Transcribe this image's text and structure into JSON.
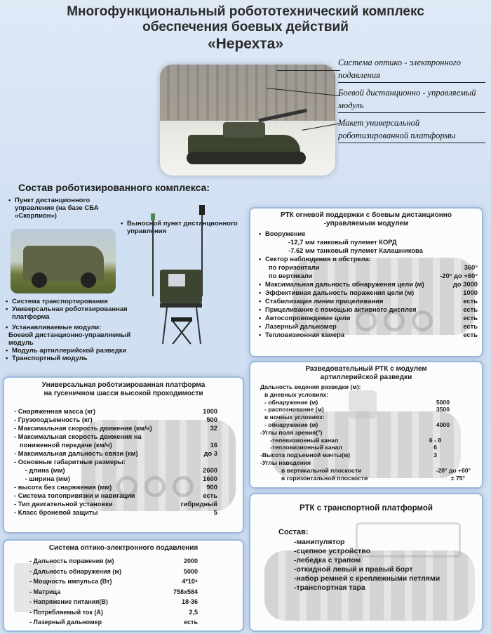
{
  "title": {
    "line1": "Многофункциональный робототехнический комплекс",
    "line2": "обеспечения боевых действий",
    "line3": "«Нерехта»"
  },
  "hero_labels": [
    "Система оптико - электронного подавления",
    "Боевой дистанционно - управляемый модуль",
    "Макет универсальной роботизированной платформы"
  ],
  "composition": {
    "heading": "Состав роботизированного комплекса:",
    "control_point": "Пункт дистанционного управления  (на базе СБА «Скорпион»)",
    "remote_point": "Выносной пункт дистанционного управления",
    "items": [
      "Система транспортирования",
      "Универсальная роботизированная платформа",
      "Устанавливаемые модули:"
    ],
    "modules": [
      "Боевой дистанционно-управляемый модуль",
      "Модуль артиллерийской разведки",
      "Транспортный модуль"
    ]
  },
  "fire_support": {
    "title": "РТК огневой поддержки с боевым дистанционно -управляемым модулем",
    "armament_label": "Вооружение",
    "armament": [
      "-12,7 мм танковый пулемет КОРД",
      "-7.62 мм танковый пулемет Калашникова"
    ],
    "sector_label": "Сектор наблюдения и обстрела:",
    "rows": [
      {
        "label": "по горизонтали",
        "value": "360°"
      },
      {
        "label": "по вертикали",
        "value": "-20° до  +60°"
      },
      {
        "label": "Максимальная дальность обнаружения цели (м)",
        "value": "до 3000"
      },
      {
        "label": "Эффективная дальность поражения цели (м)",
        "value": "1000"
      },
      {
        "label": "Стабилизация линии прицеливания",
        "value": "есть"
      },
      {
        "label": "Прицеливание с помощью активного дисплея",
        "value": "есть"
      },
      {
        "label": "Автосопровождение цели",
        "value": "есть"
      },
      {
        "label": "Лазерный дальномер",
        "value": "есть"
      },
      {
        "label": "Тепловизионная камера",
        "value": "есть"
      }
    ]
  },
  "platform": {
    "title": "Универсальная роботизированная платформа на гусеничном шасси высокой проходимости",
    "rows": [
      {
        "label": "- Снаряженная масса (кг)",
        "value": "1000"
      },
      {
        "label": "- Грузоподъемность (кг)",
        "value": "500"
      },
      {
        "label": "- Максимальная скорость движения (км/ч)",
        "value": "32"
      },
      {
        "label": "- Максимальная скорость движения на",
        "value": ""
      },
      {
        "label": "   пониженной передаче (км/ч)",
        "value": "16"
      },
      {
        "label": "- Максимальная дальность связи (км)",
        "value": "до 3"
      },
      {
        "label": "- Основные габаритные размеры:",
        "value": ""
      },
      {
        "label": "      - длина (мм)",
        "value": "2600"
      },
      {
        "label": "      - ширина (мм)",
        "value": "1600"
      },
      {
        "label": "- высота без снаряжения (мм)",
        "value": "900"
      },
      {
        "label": "- Система топопривязки и навигации",
        "value": "есть"
      },
      {
        "label": "- Тип двигательной установки",
        "value": "гибридный"
      },
      {
        "label": "- Класс броневой защиты",
        "value": "5"
      }
    ]
  },
  "recon": {
    "title": "Разведовательный РТК с модулем артиллерийской разведки",
    "rows": [
      {
        "label": "Дальность ведения разведки (м):",
        "value": ""
      },
      {
        "label": "в дневных условиях:",
        "value": ""
      },
      {
        "label": "- обнаружение (м)",
        "value": "5000"
      },
      {
        "label": "- распознование (м)",
        "value": "3500"
      },
      {
        "label": "в ночных условиях:",
        "value": ""
      },
      {
        "label": "- обнаружение (м)",
        "value": "4000"
      },
      {
        "label": "-Углы поля зрения(°)",
        "value": ""
      },
      {
        "label": "-телевизионный канал",
        "value": "6 - 8"
      },
      {
        "label": "-тепловизионный канал",
        "value": "6"
      },
      {
        "label": "-Высота подъемной мачты(м)",
        "value": "3"
      },
      {
        "label": "-Углы наведения",
        "value": ""
      },
      {
        "label": "в вертикальной плоскости",
        "value": "-20° до +60°"
      },
      {
        "label": "в горизонтальной плоскости",
        "value": "± 75°"
      }
    ]
  },
  "oep": {
    "title": "Система оптико-электронного подавления",
    "rows": [
      {
        "label": "- Дальность поражения (м)",
        "value": "2000"
      },
      {
        "label": "- Дальность обнаружения (м)",
        "value": "5000"
      },
      {
        "label": "- Мощность импульса (Вт)",
        "value": "4*10⁶"
      },
      {
        "label": "- Матрица",
        "value": "758x584"
      },
      {
        "label": "- Напряжение питания(В)",
        "value": "18-36"
      },
      {
        "label": "- Потребляемый ток (А)",
        "value": "2,5"
      },
      {
        "label": "- Лазерный дальномер",
        "value": "есть"
      }
    ]
  },
  "transport": {
    "title": "РТК с транспортной платформой",
    "sostav_label": "Состав:",
    "items": [
      "-манипулятор",
      "-сцепное устройство",
      "-лебедка с трапом",
      "-откидной левый и правый борт",
      "-набор ремней с креплежными петлями",
      "-транспортная тара"
    ]
  }
}
